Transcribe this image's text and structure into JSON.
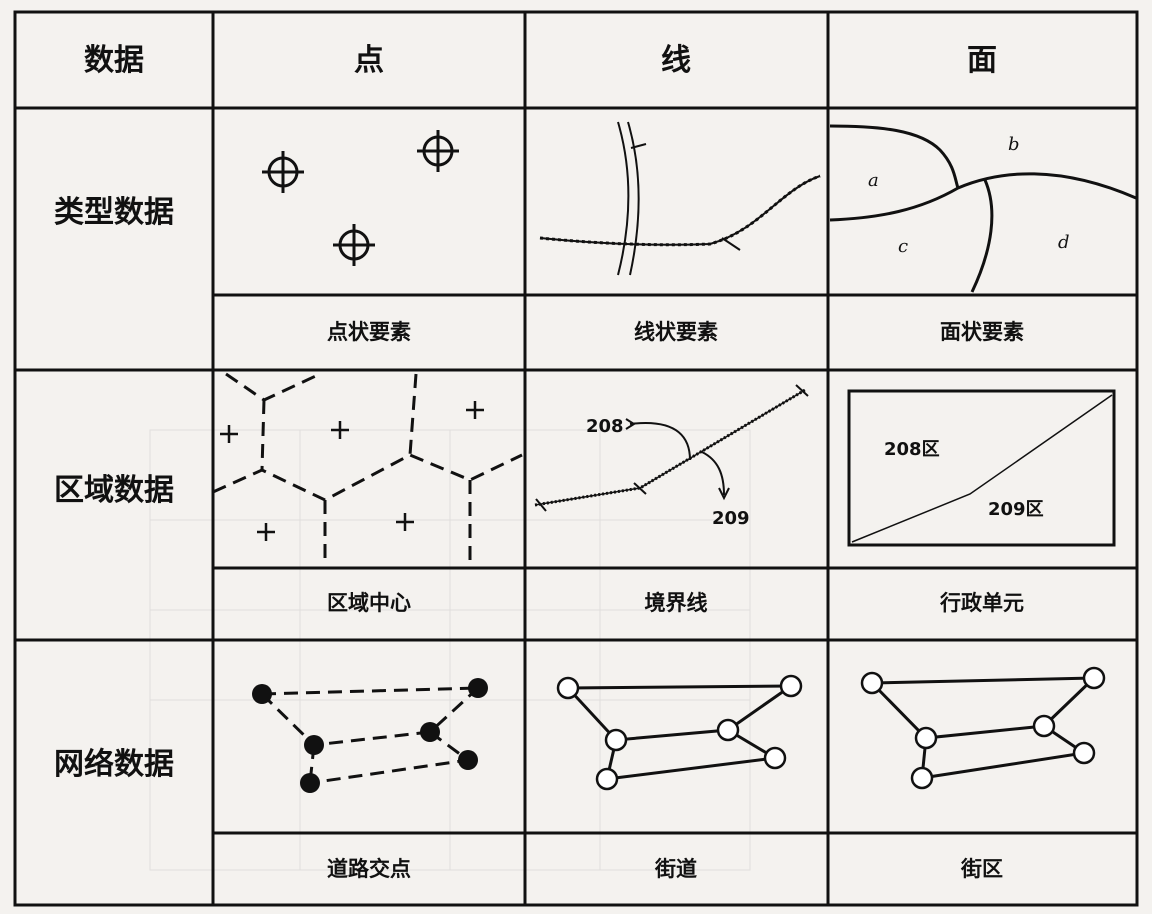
{
  "table": {
    "headers": [
      "数据",
      "点",
      "线",
      "面"
    ],
    "rows": [
      {
        "label": "类型数据",
        "captions": [
          "点状要素",
          "线状要素",
          "面状要素"
        ]
      },
      {
        "label": "区域数据",
        "captions": [
          "区域中心",
          "境界线",
          "行政单元"
        ]
      },
      {
        "label": "网络数据",
        "captions": [
          "道路交点",
          "街道",
          "街区"
        ]
      }
    ]
  },
  "figures": {
    "polygon_labels": [
      "a",
      "b",
      "c",
      "d"
    ],
    "boundary_labels": [
      "208",
      "209"
    ],
    "admin_units": [
      "208区",
      "209区"
    ]
  }
}
